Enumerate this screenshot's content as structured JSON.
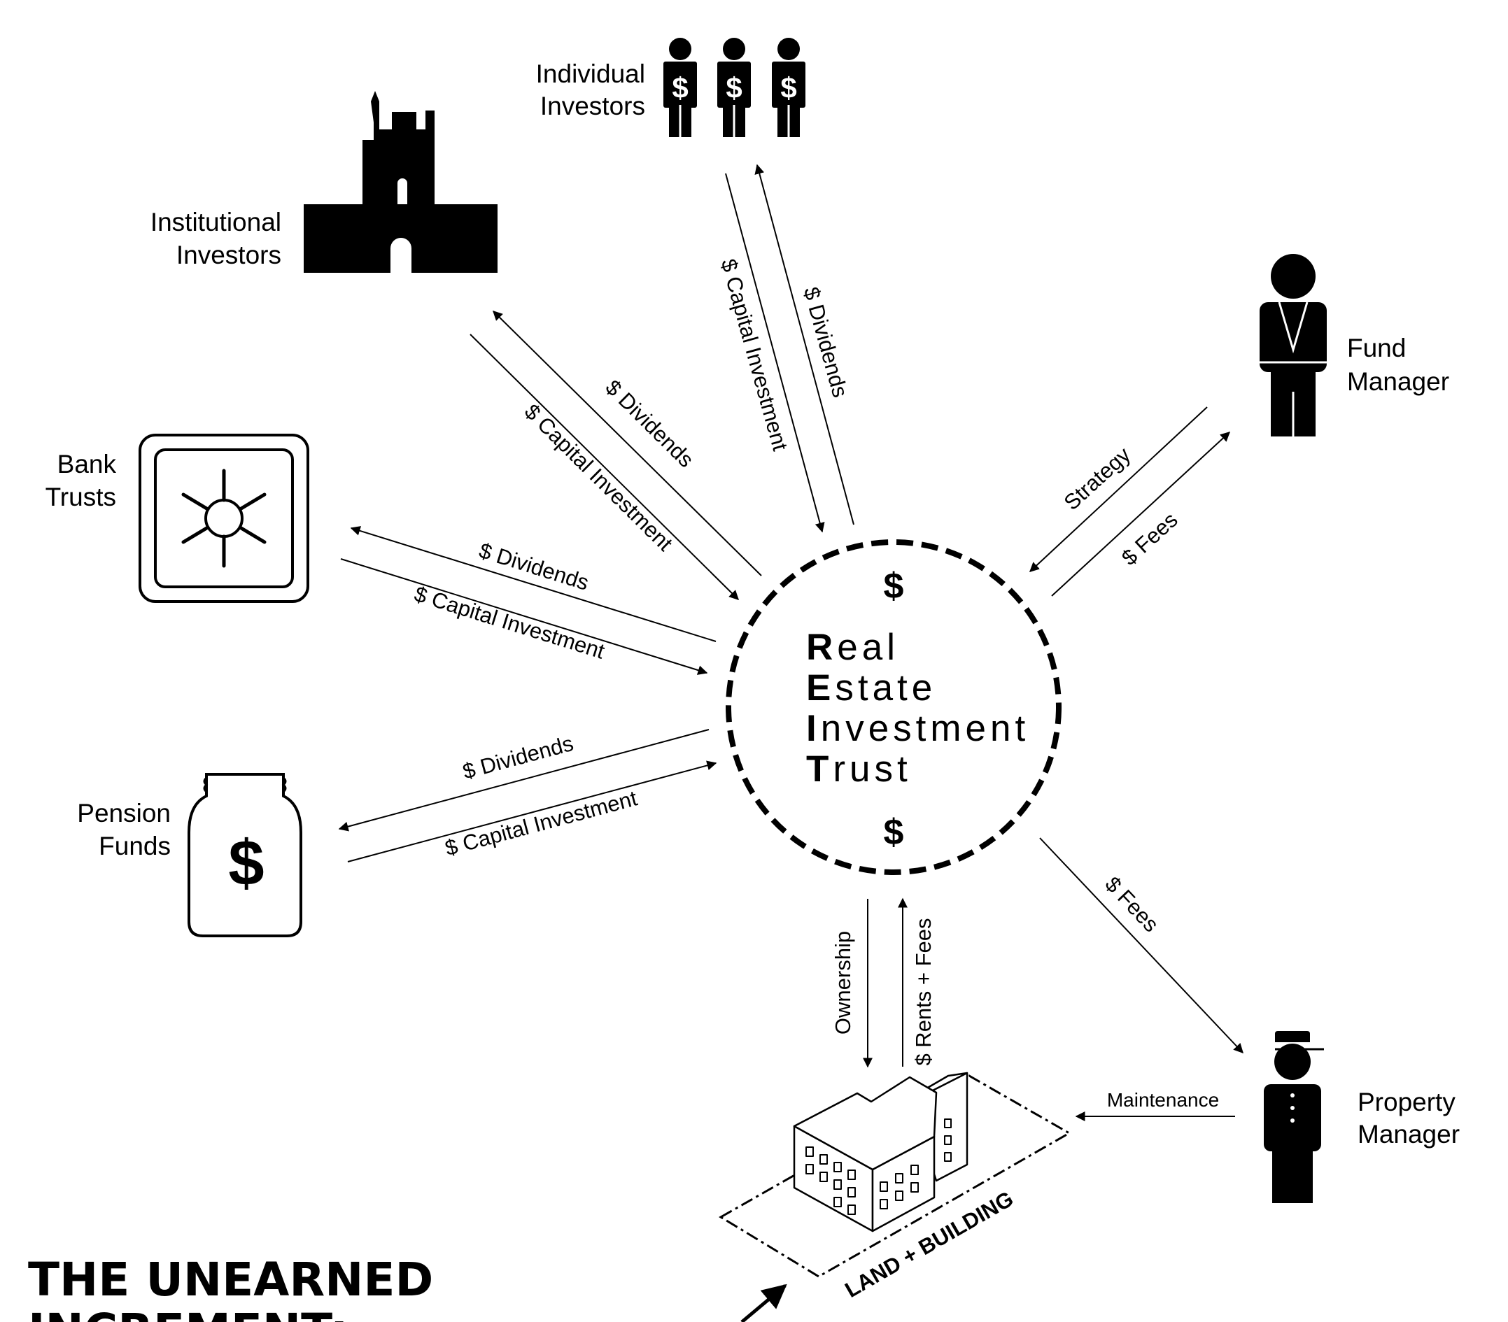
{
  "actors": {
    "individual_investors": [
      "Individual",
      "Investors"
    ],
    "institutional_investors": [
      "Institutional",
      "Investors"
    ],
    "bank_trusts": [
      "Bank",
      "Trusts"
    ],
    "pension_funds": [
      "Pension",
      "Funds"
    ],
    "fund_manager": [
      "Fund",
      "Manager"
    ],
    "property_manager": [
      "Property",
      "Manager"
    ]
  },
  "reit": {
    "r_cap": "R",
    "r_rest": "eal",
    "e_cap": "E",
    "e_rest": "state",
    "i_cap": "I",
    "i_rest": "nvestment",
    "t_cap": "T",
    "t_rest": "rust",
    "symbol": "$"
  },
  "flows": {
    "dividends": "$ Dividends",
    "capital_investment": "$ Capital Investment",
    "strategy": "Strategy",
    "fees": "$ Fees",
    "ownership": "Ownership",
    "rents_fees": "$ Rents + Fees",
    "maintenance": "Maintenance"
  },
  "land_building_label": "LAND + BUILDING",
  "icons": {
    "pension_jar_symbol": "$",
    "investor_symbol": "$"
  },
  "title": {
    "line1": "THE UNEARNED",
    "line2": "INCREMENT:"
  }
}
